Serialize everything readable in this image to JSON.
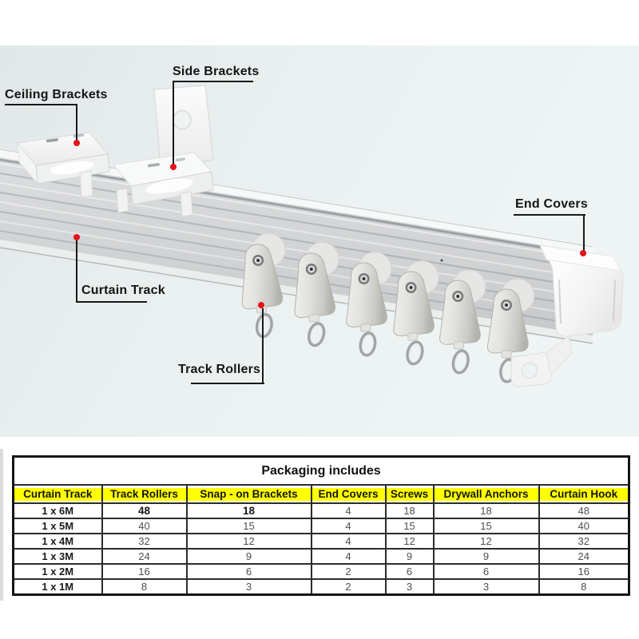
{
  "photo": {
    "annotations": {
      "ceiling_brackets": "Ceiling Brackets",
      "side_brackets": "Side Brackets",
      "end_covers": "End Covers",
      "curtain_track": "Curtain Track",
      "track_rollers": "Track Rollers"
    },
    "marker_color": "#e4121b"
  },
  "table": {
    "title": "Packaging includes",
    "header_bg": "#ffff00",
    "headers": [
      "Curtain Track",
      "Track Rollers",
      "Snap - on Brackets",
      "End Covers",
      "Screws",
      "Drywall Anchors",
      "Curtain Hook"
    ],
    "rows": [
      [
        "1 x 6M",
        "48",
        "18",
        "4",
        "18",
        "18",
        "48"
      ],
      [
        "1 x 5M",
        "40",
        "15",
        "4",
        "15",
        "15",
        "40"
      ],
      [
        "1 x 4M",
        "32",
        "12",
        "4",
        "12",
        "12",
        "32"
      ],
      [
        "1 x 3M",
        "24",
        "9",
        "4",
        "9",
        "9",
        "24"
      ],
      [
        "1 x 2M",
        "16",
        "6",
        "2",
        "6",
        "6",
        "16"
      ],
      [
        "1 x 1M",
        "8",
        "3",
        "2",
        "3",
        "3",
        "8"
      ]
    ]
  }
}
